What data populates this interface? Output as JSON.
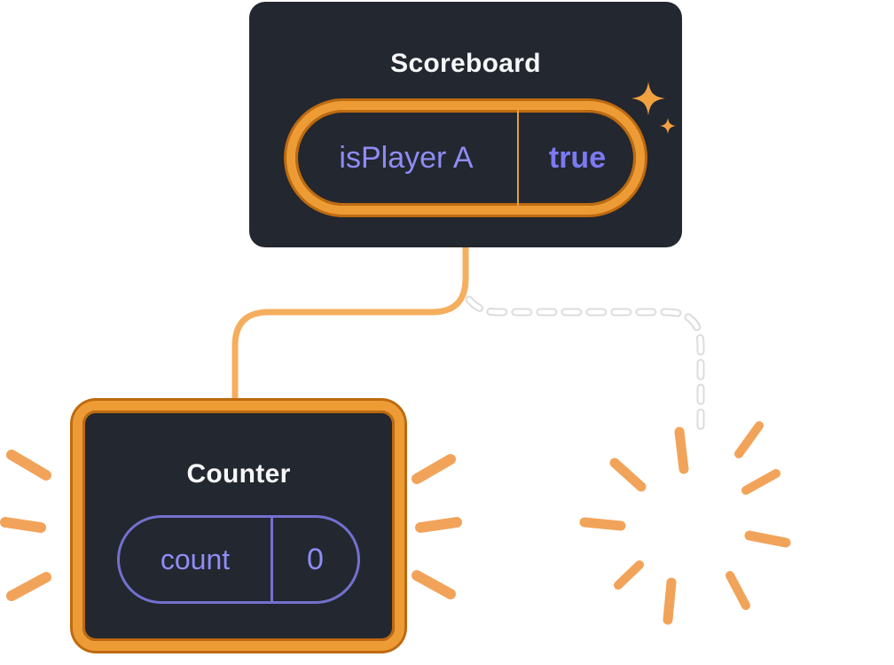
{
  "diagram": {
    "description": "React component state diagram: Scoreboard keeps state, one child kept, one child removed",
    "background": "#ffffff",
    "colors": {
      "card_bg": "#23272F",
      "card_text": "#F6F7F9",
      "state_key_text": "#8F8CF6",
      "state_value_text": "#7C79F2",
      "highlight_ring": "#ED9C35",
      "highlight_ring_edge": "#BE6A10",
      "connector_solid": "#F5AE5E",
      "connector_dashed": "#FFFFFF",
      "pill_border": "#7370CF",
      "rays": "#F2A35A"
    },
    "scoreboard": {
      "title": "Scoreboard",
      "state": {
        "key": "isPlayer A",
        "value": "true"
      }
    },
    "counter": {
      "title": "Counter",
      "state": {
        "key": "count",
        "value": "0"
      }
    }
  }
}
